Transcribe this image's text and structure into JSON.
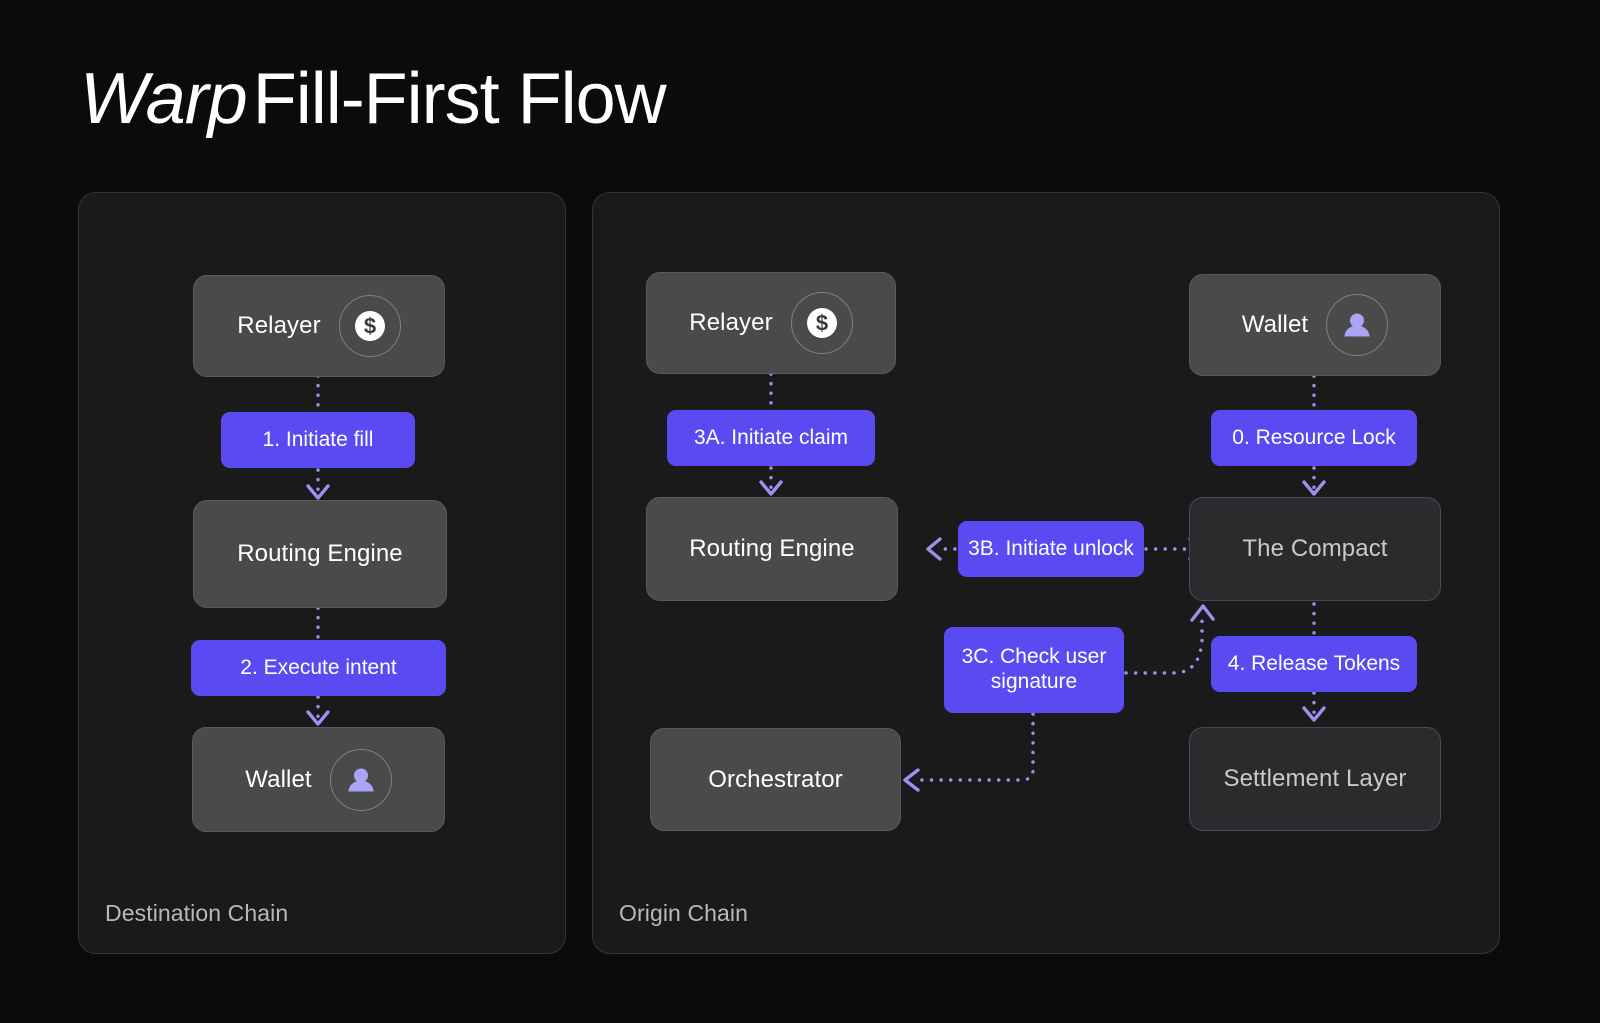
{
  "title": {
    "emphasis": "Warp",
    "rest": "Fill-First Flow"
  },
  "panels": [
    {
      "id": "destination",
      "label": "Destination Chain"
    },
    {
      "id": "origin",
      "label": "Origin Chain"
    }
  ],
  "destination_chain": {
    "nodes": [
      {
        "id": "relayer",
        "label": "Relayer",
        "kind": "actor",
        "icon": "dollar-coin-icon"
      },
      {
        "id": "routing-engine",
        "label": "Routing Engine",
        "kind": "service",
        "icon": null
      },
      {
        "id": "wallet",
        "label": "Wallet",
        "kind": "actor",
        "icon": "person-icon"
      }
    ],
    "steps": [
      {
        "id": "step-1",
        "label": "1. Initiate fill"
      },
      {
        "id": "step-2",
        "label": "2. Execute intent"
      }
    ]
  },
  "origin_chain": {
    "nodes": [
      {
        "id": "relayer",
        "label": "Relayer",
        "kind": "actor",
        "icon": "dollar-coin-icon"
      },
      {
        "id": "routing-engine",
        "label": "Routing Engine",
        "kind": "service",
        "icon": null
      },
      {
        "id": "orchestrator",
        "label": "Orchestrator",
        "kind": "service",
        "icon": null
      },
      {
        "id": "wallet",
        "label": "Wallet",
        "kind": "actor",
        "icon": "person-icon"
      },
      {
        "id": "the-compact",
        "label": "The Compact",
        "kind": "contract",
        "icon": null
      },
      {
        "id": "settlement-layer",
        "label": "Settlement Layer",
        "kind": "contract",
        "icon": null
      }
    ],
    "steps": [
      {
        "id": "step-0",
        "label": "0. Resource Lock"
      },
      {
        "id": "step-3a",
        "label": "3A. Initiate claim"
      },
      {
        "id": "step-3b",
        "label": "3B. Initiate unlock"
      },
      {
        "id": "step-3c",
        "label": "3C. Check user signature"
      },
      {
        "id": "step-4",
        "label": "4. Release Tokens"
      }
    ]
  },
  "colors": {
    "page_background": "#0b0b0b",
    "panel_background": "#1a1a1b",
    "panel_border": "#343436",
    "actor_node": "#4a4a4b",
    "contract_node": "#2b2b2e",
    "step_purple": "#5a4af2",
    "connector_purple": "#9a90f0",
    "icon_person_purple": "#aba3f5",
    "title_text": "#ffffff",
    "panel_label_text": "#b9b9bc"
  }
}
